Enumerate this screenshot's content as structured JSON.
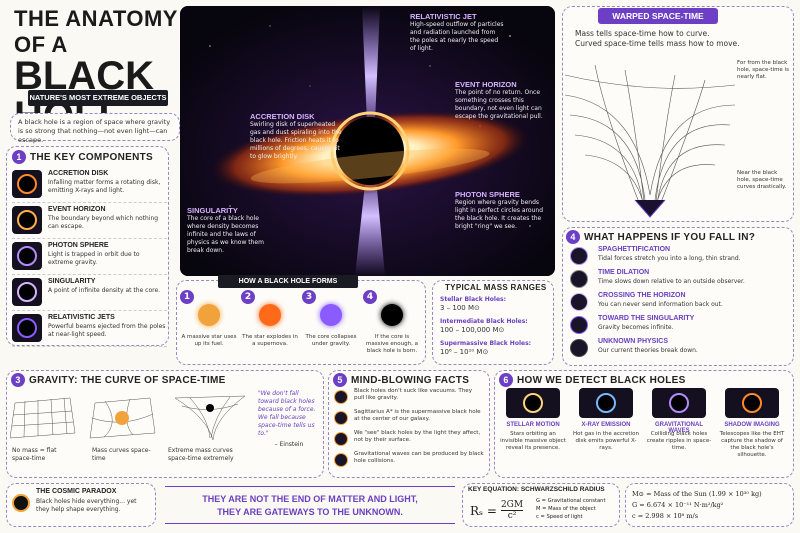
{
  "header": {
    "title_line1": "THE ANATOMY OF A",
    "title_line2": "BLACK HOLE",
    "subtitle": "NATURE'S MOST EXTREME OBJECTS",
    "intro": "A black hole is a region of space where gravity is so strong that nothing—not even light—can escape."
  },
  "components": {
    "number": "1",
    "title": "THE KEY COMPONENTS",
    "items": [
      {
        "name": "ACCRETION DISK",
        "text": "Infalling matter forms a rotating disk, emitting X-rays and light."
      },
      {
        "name": "EVENT HORIZON",
        "text": "The boundary beyond which nothing can escape."
      },
      {
        "name": "PHOTON SPHERE",
        "text": "Light is trapped in orbit due to extreme gravity."
      },
      {
        "name": "SINGULARITY",
        "text": "A point of infinite density at the core."
      },
      {
        "name": "RELATIVISTIC JETS",
        "text": "Powerful beams ejected from the poles at near-light speed."
      }
    ]
  },
  "main": {
    "jet": {
      "title": "RELATIVISTIC JET",
      "text": "High-speed outflow of particles and radiation launched from the poles at nearly the speed of light."
    },
    "horizon": {
      "title": "EVENT HORIZON",
      "text": "The point of no return. Once something crosses this boundary, not even light can escape the gravitational pull."
    },
    "disk": {
      "title": "ACCRETION DISK",
      "text": "Swirling disk of superheated gas and dust spiraling into the black hole. Friction heats it to millions of degrees, causing it to glow brightly."
    },
    "singularity": {
      "title": "SINGULARITY",
      "text": "The core of a black hole where density becomes infinite and the laws of physics as we know them break down."
    },
    "photon": {
      "title": "PHOTON SPHERE",
      "text": "Region where gravity bends light in perfect circles around the black hole. It creates the bright \"ring\" we see."
    }
  },
  "warped": {
    "title": "WARPED SPACE-TIME",
    "line1": "Mass tells space-time how to curve.",
    "line2": "Curved space-time tells mass how to move.",
    "far": "For from the black hole, space-time is nearly flat.",
    "near": "Near the black hole, space-time curves drastically."
  },
  "forms": {
    "title": "HOW A BLACK HOLE FORMS",
    "steps": [
      {
        "n": "1",
        "text": "A massive star uses up its fuel."
      },
      {
        "n": "2",
        "text": "The star explodes in a supernova."
      },
      {
        "n": "3",
        "text": "The core collapses under gravity."
      },
      {
        "n": "4",
        "text": "If the core is massive enough, a black hole is born."
      }
    ]
  },
  "mass": {
    "title": "TYPICAL MASS RANGES",
    "items": [
      {
        "label": "Stellar Black Holes:",
        "value": "3 – 100 M⊙"
      },
      {
        "label": "Intermediate Black Holes:",
        "value": "100 – 100,000 M⊙"
      },
      {
        "label": "Supermassive Black Holes:",
        "value": "10⁶ – 10¹⁰ M⊙"
      }
    ]
  },
  "fall": {
    "number": "4",
    "title": "WHAT HAPPENS IF YOU FALL IN?",
    "items": [
      {
        "name": "SPAGHETTIFICATION",
        "text": "Tidal forces stretch you into a long, thin strand."
      },
      {
        "name": "TIME DILATION",
        "text": "Time slows down relative to an outside observer."
      },
      {
        "name": "CROSSING THE HORIZON",
        "text": "You can never send information back out."
      },
      {
        "name": "TOWARD THE SINGULARITY",
        "text": "Gravity becomes infinite."
      },
      {
        "name": "UNKNOWN PHYSICS",
        "text": "Our current theories break down."
      }
    ]
  },
  "gravity": {
    "number": "3",
    "title": "GRAVITY: THE CURVE OF SPACE-TIME",
    "cap1": "No mass = flat space-time",
    "cap2": "Mass curves space-time",
    "cap3": "Extreme mass curves space-time extremely",
    "quote": "\"We don't fall toward black holes because of a force. We fall because space-time tells us to.\"",
    "author": "– Einstein"
  },
  "facts": {
    "number": "5",
    "title": "MIND-BLOWING FACTS",
    "items": [
      "Black holes don't suck like vacuums. They pull like gravity.",
      "Sagittarius A* is the supermassive black hole at the center of our galaxy.",
      "We \"see\" black holes by the light they affect, not by their surface.",
      "Gravitational waves can be produced by black hole collisions."
    ]
  },
  "detect": {
    "number": "6",
    "title": "HOW WE DETECT BLACK HOLES",
    "items": [
      {
        "name": "STELLAR MOTION",
        "text": "Stars orbiting an invisible massive object reveal its presence."
      },
      {
        "name": "X-RAY EMISSION",
        "text": "Hot gas in the accretion disk emits powerful X-rays."
      },
      {
        "name": "GRAVITATIONAL WAVES",
        "text": "Colliding black holes create ripples in space-time."
      },
      {
        "name": "SHADOW IMAGING",
        "text": "Telescopes like the EHT capture the shadow of the black hole's silhouette."
      }
    ]
  },
  "paradox": {
    "title": "THE COSMIC PARADOX",
    "text": "Black holes hide everything... yet they help shape everything.",
    "banner1": "THEY ARE NOT THE END OF MATTER AND LIGHT,",
    "banner2": "THEY ARE GATEWAYS TO THE UNKNOWN."
  },
  "equation": {
    "title": "KEY EQUATION: SCHWARZSCHILD RADIUS",
    "lhs": "Rₛ =",
    "num": "2GM",
    "den": "c²",
    "g": "G = Gravitational constant",
    "m": "M = Mass of the object",
    "c": "c = Speed of light"
  },
  "constants": {
    "msun": "M⊙ = Mass of the Sun (1.99 × 10³⁰ kg)",
    "g": "G = 6.674 × 10⁻¹¹  N·m²/kg²",
    "c": "c = 2.998 × 10⁸  m/s"
  }
}
